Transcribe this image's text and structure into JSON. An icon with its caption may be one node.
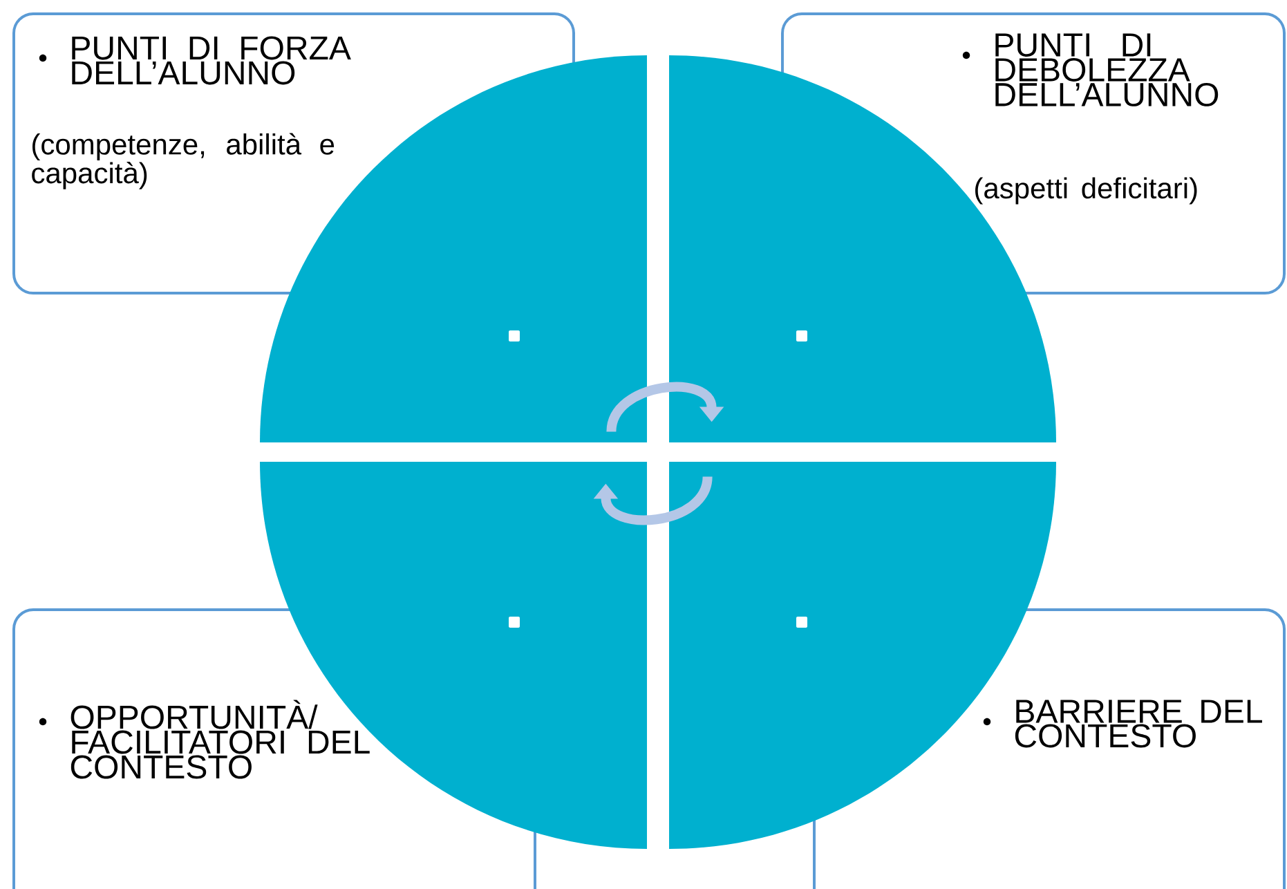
{
  "diagram": {
    "nodes": [
      {
        "text": [
          "PUNTI DI FORZA DELL’ALUNNO",
          "(competenze, abilità e capacità)"
        ]
      },
      {
        "text": [
          "PUNTI DI DEBOLEZZA DELL’ALUNNO",
          "(aspetti deficitari)"
        ]
      },
      {
        "text": [
          "OPPORTUNITÀ/ FACILITATORI DEL CONTESTO"
        ]
      },
      {
        "text": [
          "BARRIERE DEL CONTESTO"
        ]
      },
      {
        "text": [],
        "shape": "sector"
      },
      {
        "text": [],
        "shape": "sector"
      },
      {
        "text": [],
        "shape": "sector"
      },
      {
        "text": [],
        "shape": "sector"
      }
    ],
    "edges": [
      {
        "from": 4,
        "to": 5,
        "arrow": "to"
      },
      {
        "from": 7,
        "to": 6,
        "arrow": "to"
      }
    ]
  }
}
